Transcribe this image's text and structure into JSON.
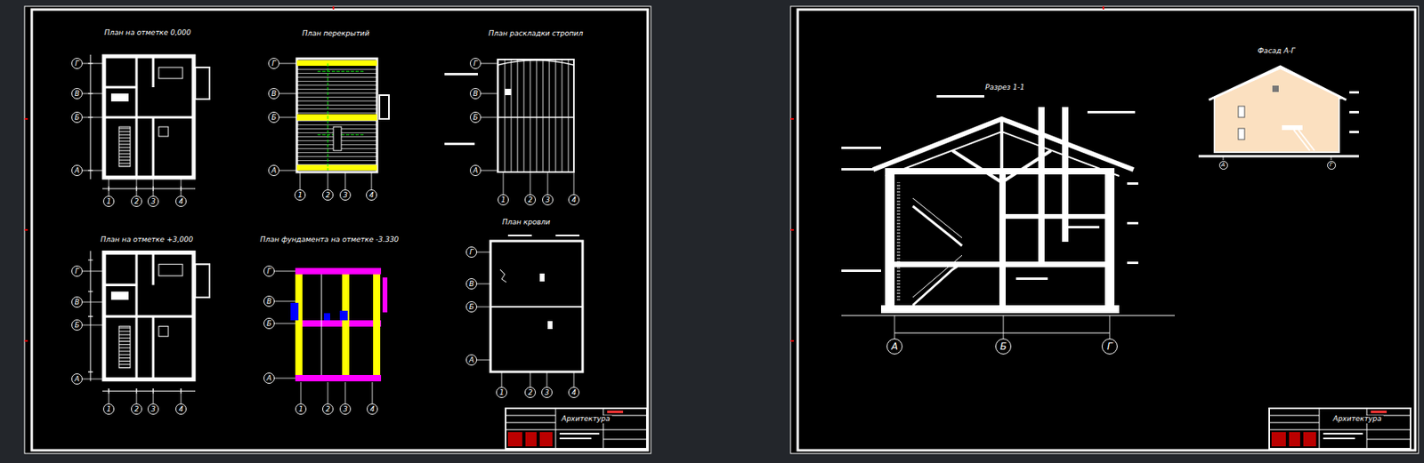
{
  "diagram": {
    "nodes": [
      {
        "text": [
          "Г"
        ]
      },
      {
        "text": [
          "В"
        ]
      },
      {
        "text": [
          "Б"
        ]
      },
      {
        "text": [
          "А"
        ]
      },
      {
        "text": [
          "1"
        ]
      },
      {
        "text": [
          "2"
        ]
      },
      {
        "text": [
          "3"
        ]
      },
      {
        "text": [
          "4"
        ]
      },
      {
        "text": [
          "Г"
        ]
      },
      {
        "text": [
          "В"
        ]
      },
      {
        "text": [
          "Б"
        ]
      },
      {
        "text": [
          "А"
        ]
      },
      {
        "text": [
          "1"
        ]
      },
      {
        "text": [
          "2"
        ]
      },
      {
        "text": [
          "3"
        ]
      },
      {
        "text": [
          "4"
        ]
      },
      {
        "text": [
          "Г"
        ]
      },
      {
        "text": [
          "В"
        ]
      },
      {
        "text": [
          "Б"
        ]
      },
      {
        "text": [
          "А"
        ]
      },
      {
        "text": [
          "1"
        ]
      },
      {
        "text": [
          "2"
        ]
      },
      {
        "text": [
          "3"
        ]
      },
      {
        "text": [
          "4"
        ]
      },
      {
        "text": [
          "Г"
        ]
      },
      {
        "text": [
          "В"
        ]
      },
      {
        "text": [
          "Б"
        ]
      },
      {
        "text": [
          "А"
        ]
      },
      {
        "text": [
          "1"
        ]
      },
      {
        "text": [
          "2"
        ]
      },
      {
        "text": [
          "3"
        ]
      },
      {
        "text": [
          "4"
        ]
      },
      {
        "text": [
          "Г"
        ]
      },
      {
        "text": [
          "В"
        ]
      },
      {
        "text": [
          "Б"
        ]
      },
      {
        "text": [
          "А"
        ]
      },
      {
        "text": [
          "1"
        ]
      },
      {
        "text": [
          "2"
        ]
      },
      {
        "text": [
          "3"
        ]
      },
      {
        "text": [
          "4"
        ]
      },
      {
        "text": [
          "Г"
        ]
      },
      {
        "text": [
          "В"
        ]
      },
      {
        "text": [
          "Б"
        ]
      },
      {
        "text": [
          "А"
        ]
      },
      {
        "text": [
          "1"
        ]
      },
      {
        "text": [
          "2"
        ]
      },
      {
        "text": [
          "3"
        ]
      },
      {
        "text": [
          "4"
        ]
      },
      {
        "text": [
          "А"
        ]
      },
      {
        "text": [
          "Б"
        ]
      },
      {
        "text": [
          "Г"
        ]
      },
      {
        "text": [
          "А"
        ]
      },
      {
        "text": [
          "Г"
        ]
      }
    ],
    "labels": [
      "План на отметке 0,000",
      "План перекрытий",
      "План раскладки стропил",
      "План на отметке +3,000",
      "План фундамента на отметке -3.330",
      "План кровли",
      "Разрез 1-1",
      "Фасад А-Г",
      "Архитектура",
      "Архитектура"
    ]
  }
}
